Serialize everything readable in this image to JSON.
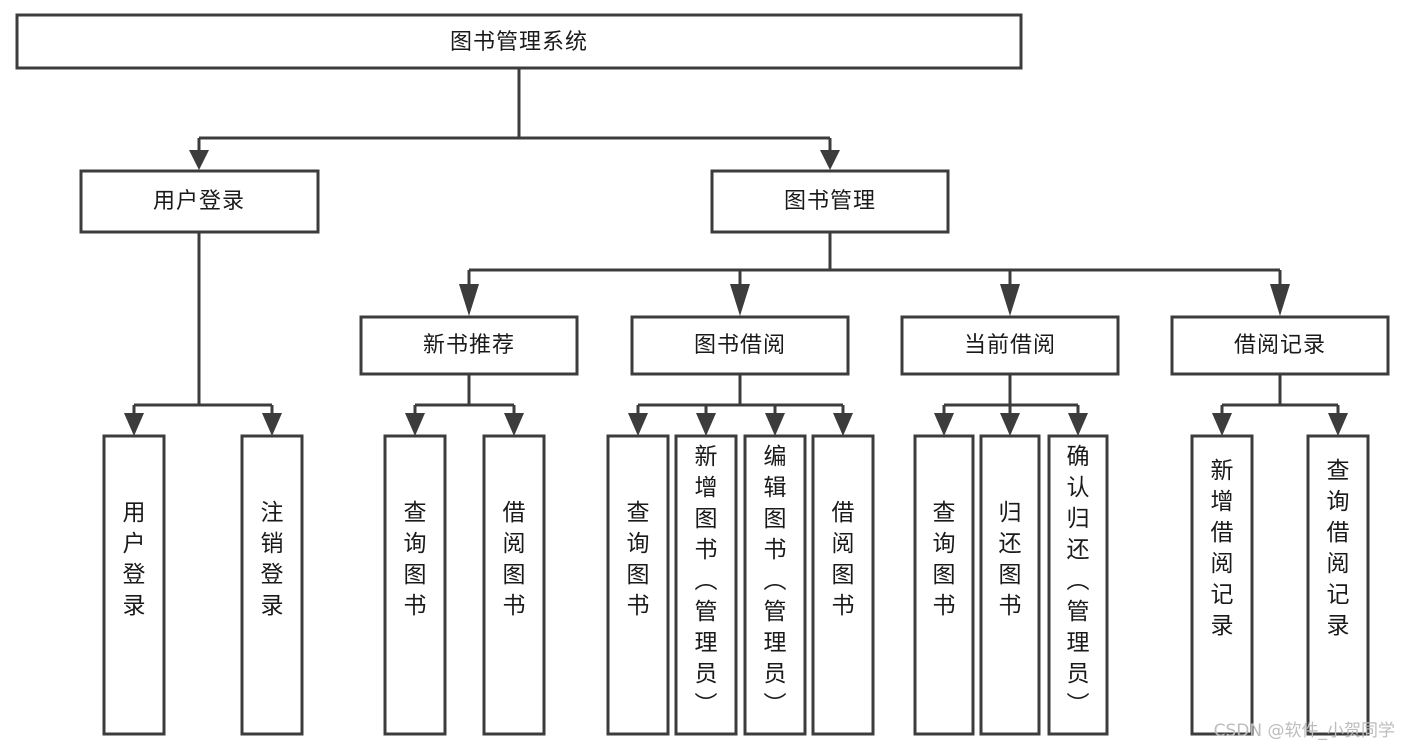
{
  "diagram": {
    "type": "tree",
    "title": "图书管理系统",
    "orientation": "top-down",
    "colors": {
      "box_stroke": "#3c3c3c",
      "box_fill": "#ffffff",
      "connector": "#3c3c3c",
      "text": "#1a1a1a",
      "watermark": "#bdbdbd",
      "background": "#ffffff"
    },
    "root": {
      "id": "root",
      "label": "图书管理系统"
    },
    "level2": [
      {
        "id": "user-login",
        "label": "用户登录"
      },
      {
        "id": "book-management",
        "label": "图书管理"
      }
    ],
    "level3": [
      {
        "id": "new-book-recommend",
        "label": "新书推荐",
        "parent": "book-management"
      },
      {
        "id": "book-borrow",
        "label": "图书借阅",
        "parent": "book-management"
      },
      {
        "id": "current-borrow",
        "label": "当前借阅",
        "parent": "book-management"
      },
      {
        "id": "borrow-record",
        "label": "借阅记录",
        "parent": "book-management"
      }
    ],
    "leaves": {
      "user-login": [
        {
          "id": "leaf-user-login",
          "label": "用户登录"
        },
        {
          "id": "leaf-user-logout",
          "label": "注销登录"
        }
      ],
      "new-book-recommend": [
        {
          "id": "leaf-query-book-1",
          "label": "查询图书"
        },
        {
          "id": "leaf-borrow-book-1",
          "label": "借阅图书"
        }
      ],
      "book-borrow": [
        {
          "id": "leaf-query-book-2",
          "label": "查询图书"
        },
        {
          "id": "leaf-add-book",
          "label": "新增图书（管理员）"
        },
        {
          "id": "leaf-edit-book",
          "label": "编辑图书（管理员）"
        },
        {
          "id": "leaf-borrow-book-2",
          "label": "借阅图书"
        }
      ],
      "current-borrow": [
        {
          "id": "leaf-query-book-3",
          "label": "查询图书"
        },
        {
          "id": "leaf-return-book",
          "label": "归还图书"
        },
        {
          "id": "leaf-confirm-return",
          "label": "确认归还（管理员）"
        }
      ],
      "borrow-record": [
        {
          "id": "leaf-add-record",
          "label": "新增借阅记录"
        },
        {
          "id": "leaf-query-record",
          "label": "查询借阅记录"
        }
      ]
    }
  },
  "watermark": {
    "text": "CSDN @软件_小贺同学"
  }
}
